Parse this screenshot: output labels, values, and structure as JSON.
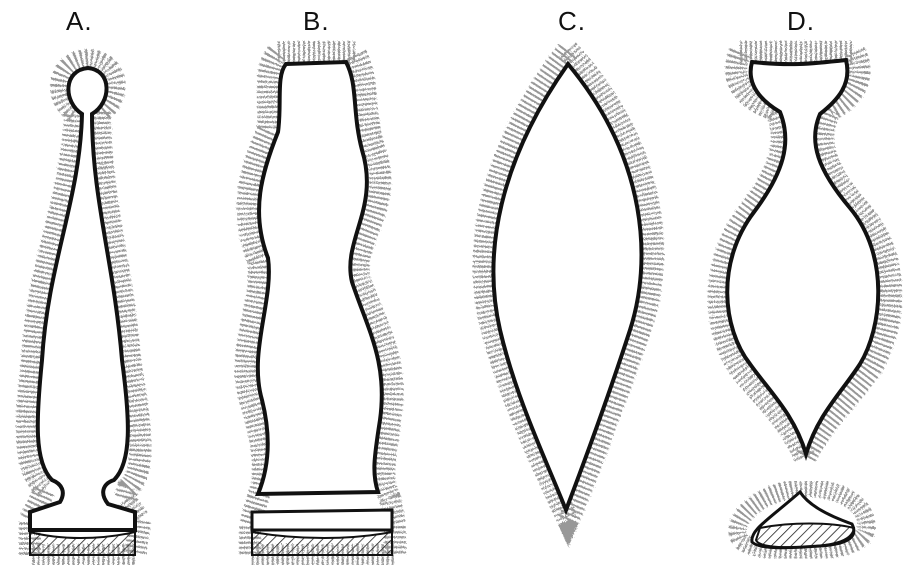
{
  "figure": {
    "panels": [
      {
        "id": "a",
        "label": "A."
      },
      {
        "id": "b",
        "label": "B."
      },
      {
        "id": "c",
        "label": "C."
      },
      {
        "id": "d",
        "label": "D."
      }
    ]
  },
  "colors": {
    "outline": "#111111",
    "hatch": "#222222",
    "background": "#ffffff"
  }
}
